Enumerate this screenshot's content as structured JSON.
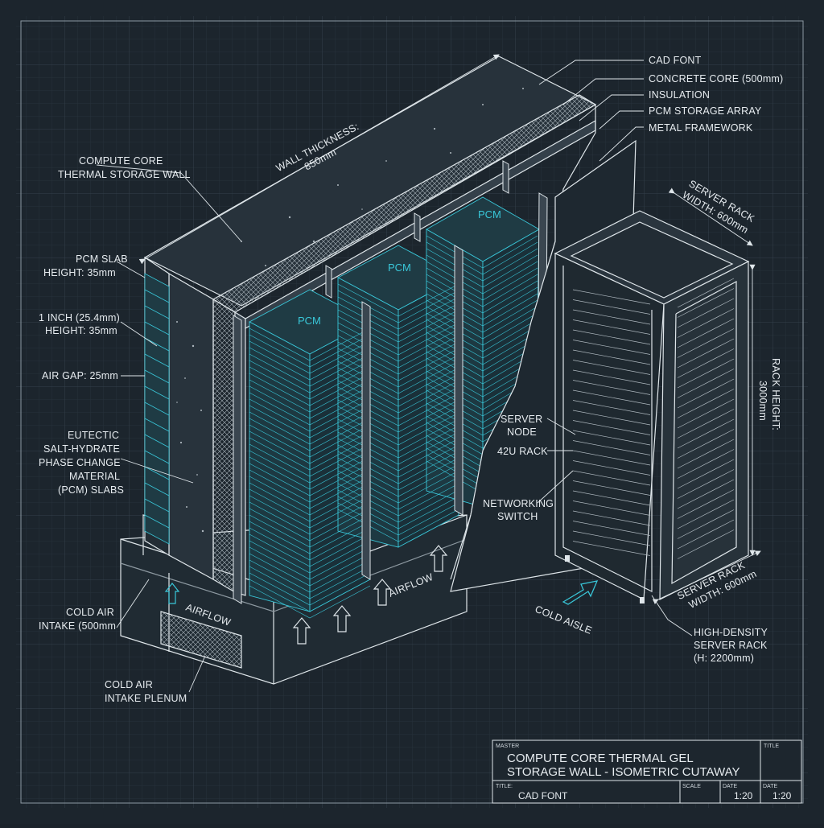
{
  "callouts_right": [
    "CAD FONT",
    "CONCRETE CORE (500mm)",
    "INSULATION",
    "PCM STORAGE ARRAY",
    "METAL FRAMEWORK"
  ],
  "wall": {
    "title_line1": "COMPUTE CORE",
    "title_line2": "THERMAL STORAGE WALL",
    "thickness_line1": "WALL THICKNESS:",
    "thickness_line2": "850mm"
  },
  "left_labels": {
    "pcm_slab_line1": "PCM SLAB",
    "pcm_slab_line2": "HEIGHT: 35mm",
    "inch_line1": "1 INCH (25.4mm)",
    "inch_line2": "HEIGHT: 35mm",
    "air_gap": "AIR GAP: 25mm",
    "material_lines": [
      "EUTECTIC",
      "SALT-HYDRATE",
      "PHASE CHANGE",
      "MATERIAL",
      "(PCM) SLABS"
    ],
    "intake_line1": "COLD AIR",
    "intake_line2": "INTAKE (500mm",
    "plenum_line1": "COLD AIR",
    "plenum_line2": "INTAKE PLENUM"
  },
  "pcm_labels": [
    "PCM",
    "PCM",
    "PCM"
  ],
  "airflow_labels": [
    "AIRFLOW",
    "AIRFLOW"
  ],
  "rack": {
    "width_top_line1": "SERVER RACK",
    "width_top_line2": "WIDTH: 600mm",
    "height_line1": "RACK HEIGHT:",
    "height_line2": "3000mm",
    "width_bottom_line1": "SERVER RACK",
    "width_bottom_line2": "WIDTH: 600mm",
    "server_node_line1": "SERVER",
    "server_node_line2": "NODE",
    "rack_42u": "42U RACK",
    "switch_line1": "NETWORKING",
    "switch_line2": "SWITCH",
    "cold_aisle": "COLD AISLE",
    "hd_line1": "HIGH-DENSITY",
    "hd_line2": "SERVER RACK",
    "hd_line3": "(H: 2200mm)"
  },
  "title_block": {
    "master": "MASTER",
    "title_small": "TITLE",
    "title_line1": "COMPUTE CORE THERMAL GEL",
    "title_line2": "STORAGE WALL - ISOMETRIC CUTAWAY",
    "title_label": "TITLE:",
    "font_value": "CAD FONT",
    "scale_label": "SCALE",
    "date_label1": "DATE",
    "date_label2": "DATE",
    "scale_value1": "1:20",
    "scale_value2": "1:20"
  },
  "colors": {
    "background": "#1c252d",
    "grid": "#2c3842",
    "line": "#dfe6ea",
    "accent": "#39c6d8"
  }
}
